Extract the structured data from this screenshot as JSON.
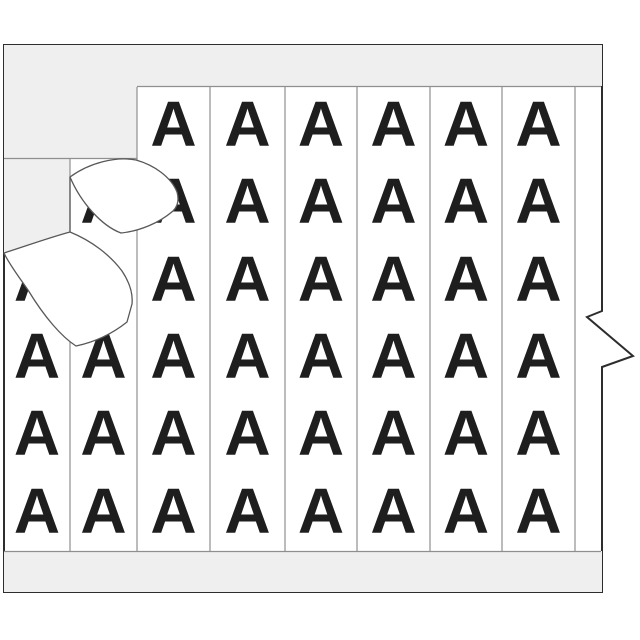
{
  "marker_card": {
    "letter": "A",
    "columns": 8,
    "rows": 6,
    "peeled_labels": 2
  },
  "colors": {
    "background": "#ffffff",
    "card_fill": "#ffffff",
    "card_border": "#2d2d2d",
    "band_fill": "#efefef",
    "divider_line": "#8f8f8f",
    "flap_outline": "#585858",
    "letter_color": "#1e1e1e"
  }
}
